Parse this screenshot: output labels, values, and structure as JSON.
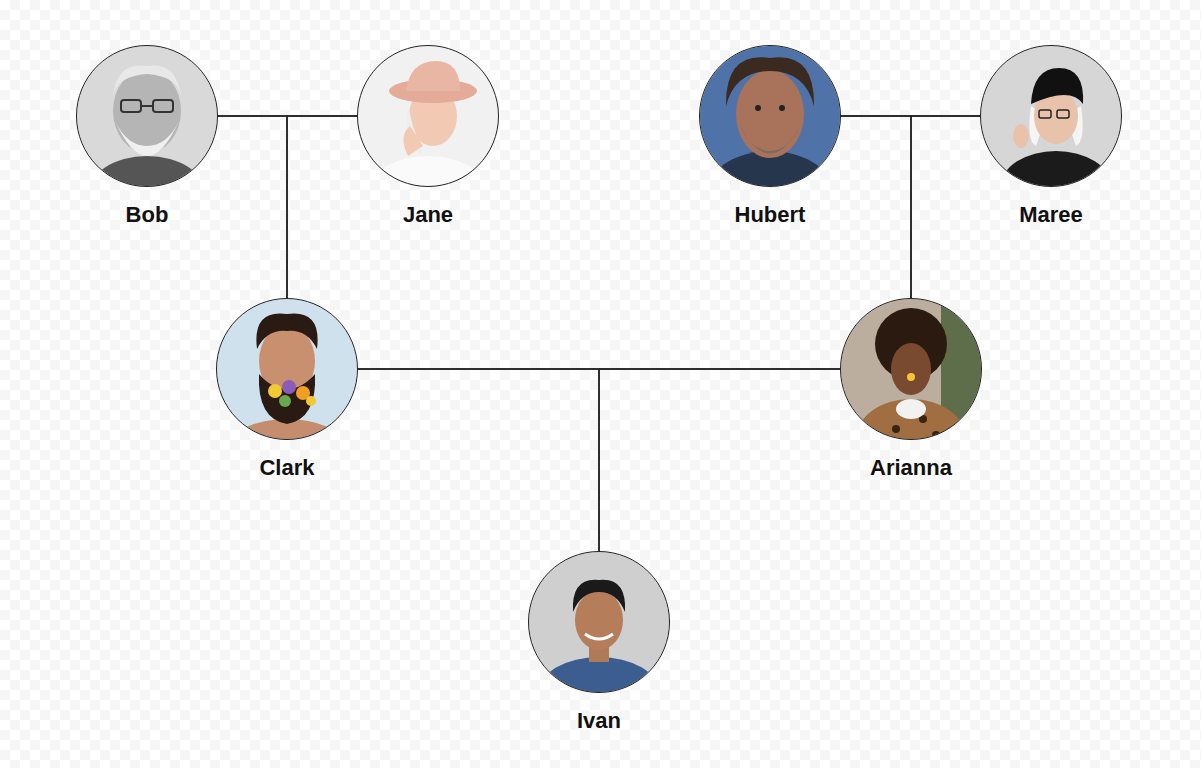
{
  "diagram": {
    "nodes": [
      {
        "text": [
          "Bob"
        ]
      },
      {
        "text": [
          "Jane"
        ]
      },
      {
        "text": [
          "Hubert"
        ]
      },
      {
        "text": [
          "Maree"
        ]
      },
      {
        "text": [
          "Clark"
        ]
      },
      {
        "text": [
          "Arianna"
        ]
      },
      {
        "text": [
          "Ivan"
        ]
      }
    ],
    "edges": [
      {
        "from": 0,
        "to": 1,
        "arrow": "none"
      },
      {
        "from": 0,
        "to": 4,
        "arrow": "none"
      },
      {
        "from": 1,
        "to": 4,
        "arrow": "none"
      },
      {
        "from": 2,
        "to": 3,
        "arrow": "none"
      },
      {
        "from": 2,
        "to": 5,
        "arrow": "none"
      },
      {
        "from": 3,
        "to": 5,
        "arrow": "none"
      },
      {
        "from": 4,
        "to": 5,
        "arrow": "none"
      },
      {
        "from": 4,
        "to": 6,
        "arrow": "none"
      },
      {
        "from": 5,
        "to": 6,
        "arrow": "none"
      }
    ]
  }
}
